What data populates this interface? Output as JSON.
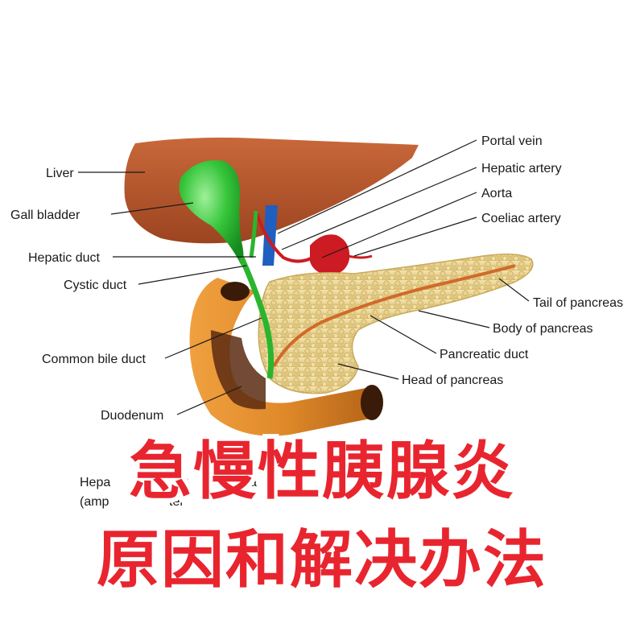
{
  "labels": {
    "liver": "Liver",
    "gall_bladder": "Gall bladder",
    "hepatic_duct": "Hepatic duct",
    "cystic_duct": "Cystic duct",
    "common_bile_duct": "Common bile duct",
    "duodenum": "Duodenum",
    "portal_vein": "Portal vein",
    "hepatic_artery": "Hepatic artery",
    "aorta": "Aorta",
    "coeliac_artery": "Coeliac artery",
    "tail_of_pancreas": "Tail of pancreas",
    "body_of_pancreas": "Body of pancreas",
    "pancreatic_duct": "Pancreatic duct",
    "head_of_pancreas": "Head of pancreas",
    "ampulla_line1": "Hepa",
    "ampulla_line1b": "eat",
    "ampulla_line1c": "a",
    "ampulla_line2": "(amp",
    "ampulla_line2b": "ter"
  },
  "title": {
    "line1": "急慢性胰腺炎",
    "line2": "原因和解决办法"
  },
  "colors": {
    "liver": "#b3552a",
    "gallbladder": "#36c53a",
    "pancreas": "#ecd79a",
    "duodenum": "#e08a2a",
    "aorta": "#cc1b22",
    "vein": "#1f5fbf",
    "title_red": "#e8252f"
  }
}
